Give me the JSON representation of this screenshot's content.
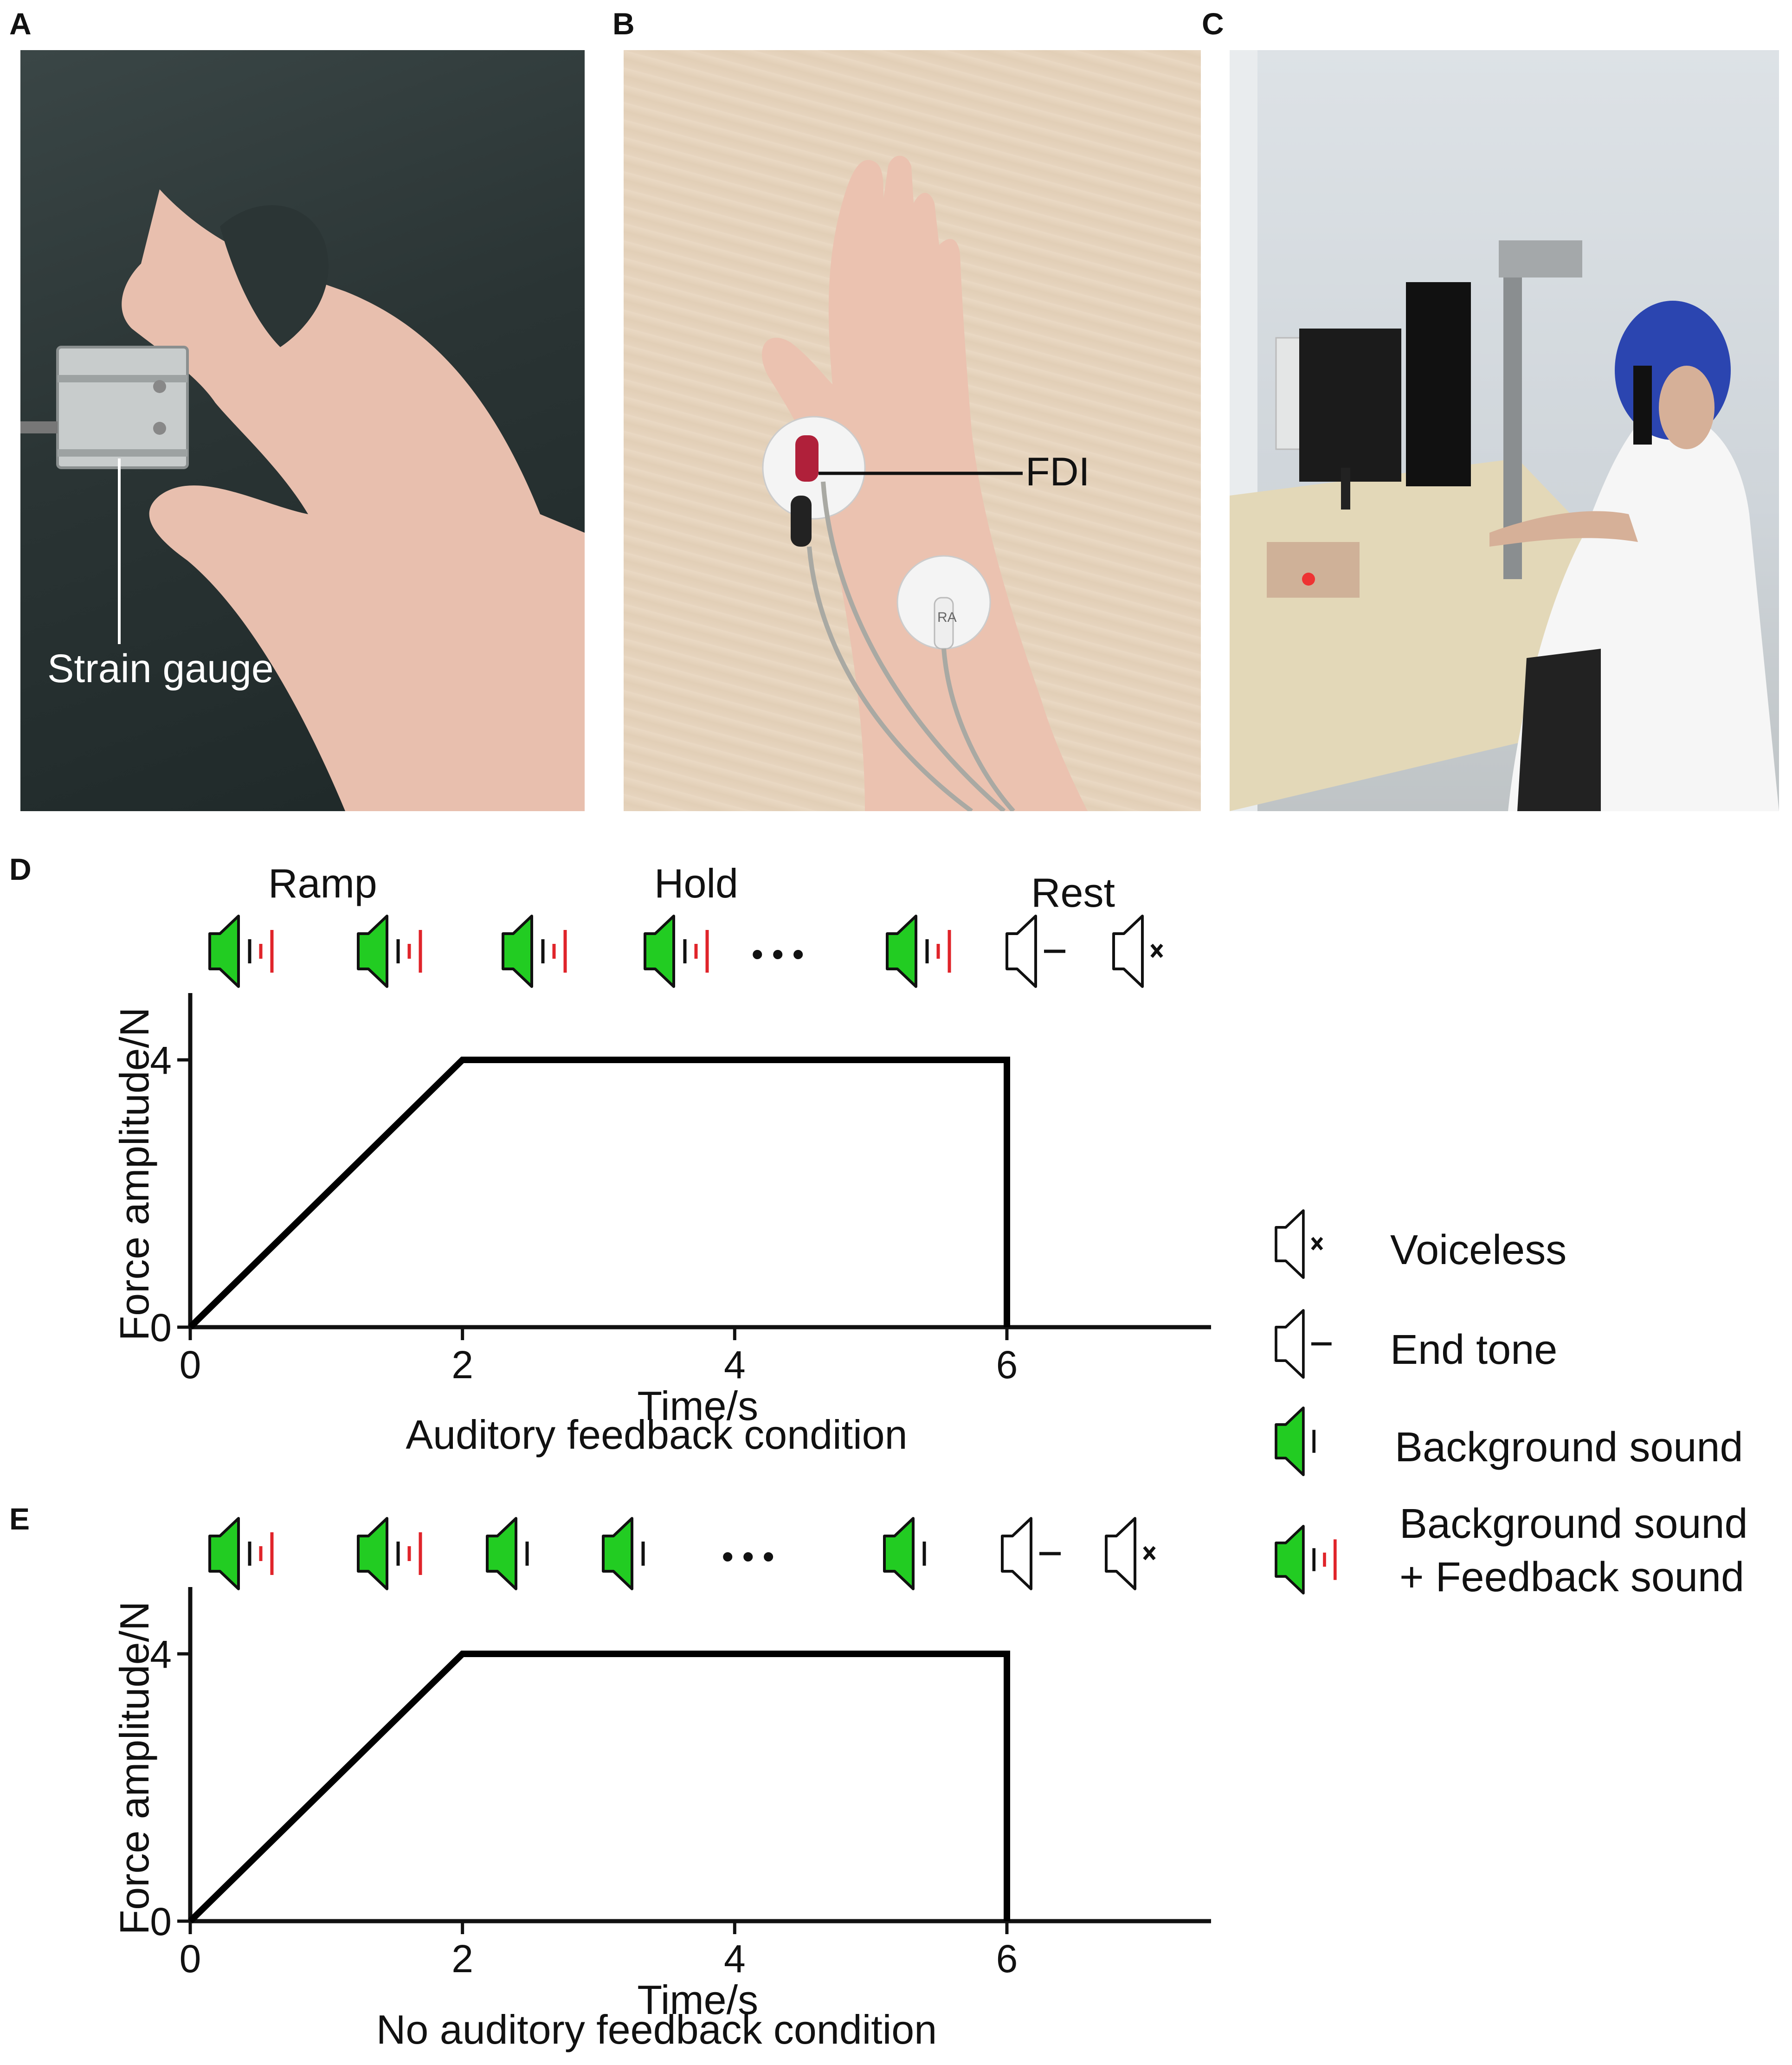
{
  "panels": {
    "a": {
      "letter": "A",
      "callout": "Strain gauge"
    },
    "b": {
      "letter": "B",
      "callout": "FDI",
      "electrode_text": "RA"
    },
    "c": {
      "letter": "C"
    },
    "d": {
      "letter": "D",
      "phases": [
        "Ramp",
        "Hold",
        "Rest"
      ],
      "ellipsis": "• • •",
      "icon_sequence": [
        "background-feedback",
        "background-feedback",
        "background-feedback",
        "background-feedback",
        "ellipsis",
        "background-feedback",
        "end-tone",
        "voiceless"
      ],
      "caption": "Auditory feedback condition"
    },
    "e": {
      "letter": "E",
      "ellipsis": "• • •",
      "icon_sequence": [
        "background-feedback",
        "background-feedback",
        "background",
        "background",
        "ellipsis",
        "background",
        "end-tone",
        "voiceless"
      ],
      "caption": "No auditory feedback condition"
    }
  },
  "chart_data": [
    {
      "type": "line",
      "panel": "D",
      "xlabel": "Time/s",
      "ylabel": "Force amplitude/N",
      "x_ticks": [
        "0",
        "2",
        "4",
        "6"
      ],
      "y_ticks": [
        "0",
        "4"
      ],
      "xlim": [
        0,
        7.5
      ],
      "ylim": [
        0,
        5
      ],
      "series": [
        {
          "x": [
            0,
            2,
            6,
            6
          ],
          "y": [
            0,
            4,
            4,
            0
          ]
        }
      ]
    },
    {
      "type": "line",
      "panel": "E",
      "xlabel": "Time/s",
      "ylabel": "Force amplitude/N",
      "x_ticks": [
        "0",
        "2",
        "4",
        "6"
      ],
      "y_ticks": [
        "0",
        "4"
      ],
      "xlim": [
        0,
        7.5
      ],
      "ylim": [
        0,
        5
      ],
      "series": [
        {
          "x": [
            0,
            2,
            6,
            6
          ],
          "y": [
            0,
            4,
            4,
            0
          ]
        }
      ]
    }
  ],
  "legend": {
    "items": [
      {
        "icon": "voiceless",
        "label": "Voiceless"
      },
      {
        "icon": "end-tone",
        "label": "End tone"
      },
      {
        "icon": "background",
        "label": "Background sound"
      },
      {
        "icon": "background-feedback",
        "label": "Background sound",
        "label2": "+ Feedback sound"
      }
    ]
  },
  "colors": {
    "speaker_fill": "#22cc22",
    "feedback_bar": "#e0242a",
    "line": "#000000"
  }
}
